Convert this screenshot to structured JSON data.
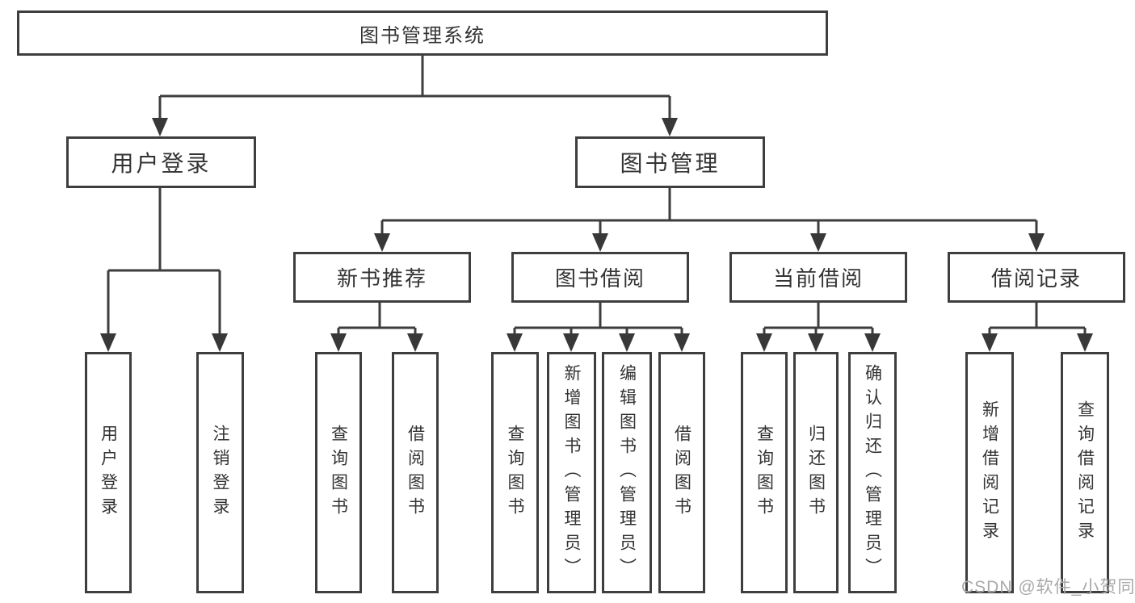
{
  "root": {
    "label": "图书管理系统"
  },
  "level2": {
    "user_login": "用户登录",
    "book_mgmt": "图书管理"
  },
  "level3": {
    "new_book_rec": "新书推荐",
    "book_borrow": "图书借阅",
    "current_borrow": "当前借阅",
    "borrow_records": "借阅记录"
  },
  "leaves": {
    "user_login": "用户登录",
    "logout": "注销登录",
    "rec_query_books": "查询图书",
    "rec_borrow_books": "借阅图书",
    "borrow_query_books": "查询图书",
    "borrow_add_books": "新增图书（管理员）",
    "borrow_edit_books": "编辑图书（管理员）",
    "borrow_borrow_books": "借阅图书",
    "current_query_books": "查询图书",
    "current_return_books": "归还图书",
    "current_confirm_return": "确认归还（管理员）",
    "records_add_record": "新增借阅记录",
    "records_query_record": "查询借阅记录"
  },
  "watermark": "CSDN @软件_小贺同学",
  "colors": {
    "line": "#3d3d3d",
    "text": "#333333",
    "watermark": "#a9a9a9",
    "background": "#ffffff"
  }
}
